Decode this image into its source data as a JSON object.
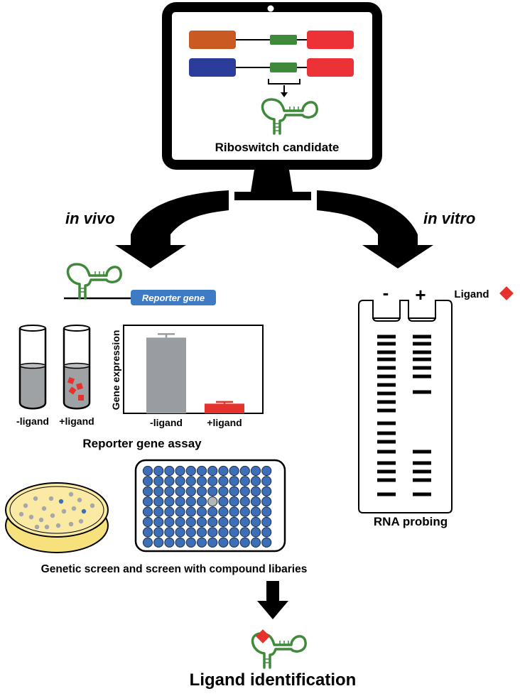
{
  "monitor": {
    "caption": "Riboswitch candidate"
  },
  "branches": {
    "left_label": "in vivo",
    "right_label": "in vitro"
  },
  "in_vivo": {
    "reporter_gene_label": "Reporter gene",
    "tube_minus_label": "-ligand",
    "tube_plus_label": "+ligand",
    "assay_title": "Reporter gene assay",
    "screen_caption": "Genetic screen and screen with compound libaries"
  },
  "bar_chart": {
    "ylabel": "Gene expression",
    "categories": [
      "-ligand",
      "+ligand"
    ]
  },
  "chart_data": {
    "type": "bar",
    "categories": [
      "-ligand",
      "+ligand"
    ],
    "values": [
      86,
      11
    ],
    "errors": [
      4,
      2
    ],
    "ylabel": "Gene expression",
    "ylim": [
      0,
      100
    ],
    "colors": [
      "#999da1",
      "#e5322d"
    ]
  },
  "in_vitro": {
    "lane_minus": "-",
    "lane_plus": "+",
    "ligand_label": "Ligand",
    "probing_caption": "RNA probing"
  },
  "result": {
    "title": "Ligand identification"
  },
  "colors": {
    "orange_block": "#c85a22",
    "navy_block": "#2b3c9a",
    "red_block": "#ec3237",
    "green": "#3f8a3a",
    "reporter_blue": "#3f7ac4",
    "ligand_red": "#e5322d",
    "well_blue": "#3c6fb8",
    "plate_yellow": "#f7e17d"
  }
}
